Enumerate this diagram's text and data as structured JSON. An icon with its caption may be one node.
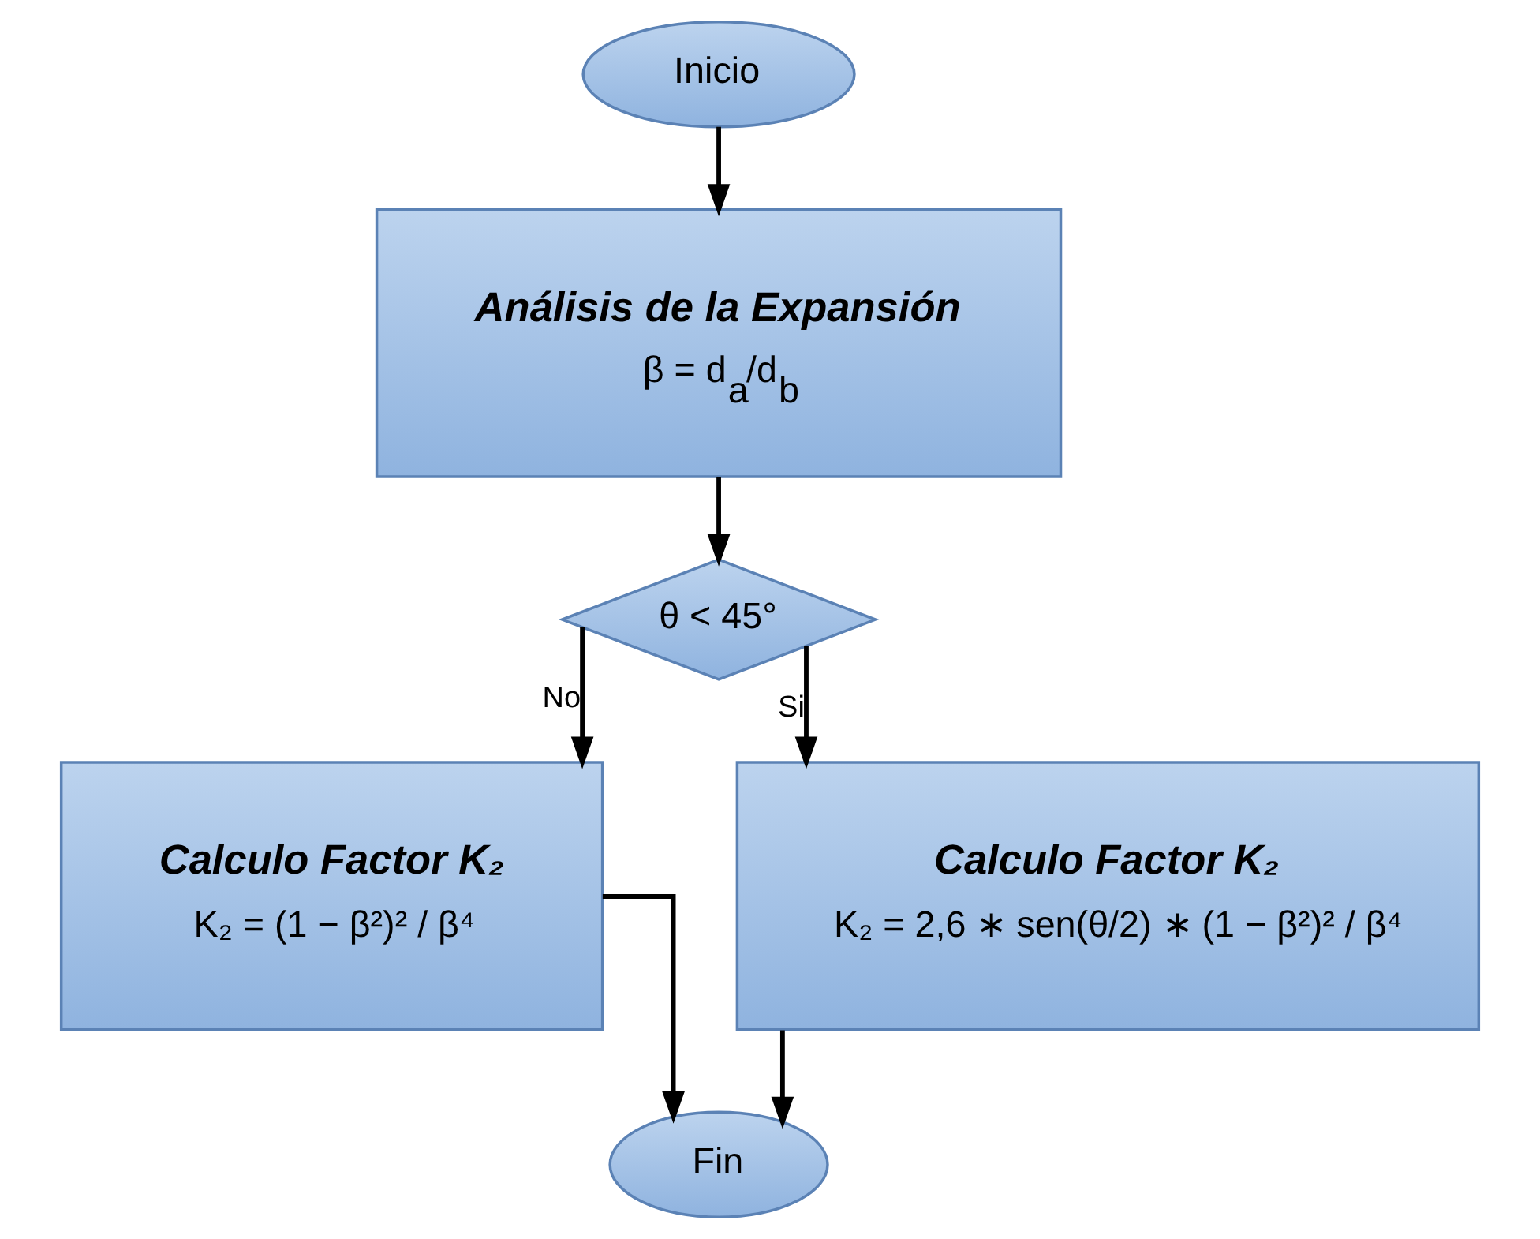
{
  "diagram": {
    "nodes": [
      {
        "text": [
          "Inicio"
        ]
      },
      {
        "text": [
          "Análisis de la Expansión",
          "β = d$_{a}$/d$_{b}$"
        ]
      },
      {
        "text": [
          "θ < 45°"
        ]
      },
      {
        "text": [
          "Calculo Factor K₂",
          "K₂ = (1 − β²)² / β⁴"
        ]
      },
      {
        "text": [
          "Calculo Factor K₂",
          "K₂ = 2,6 ∗ sen(θ/2) ∗ (1 − β²)² / β⁴"
        ]
      },
      {
        "text": [
          "Fin"
        ]
      }
    ],
    "edges": [
      {
        "from": 0,
        "to": 1,
        "arrow": "to"
      },
      {
        "from": 1,
        "to": 2,
        "arrow": "to"
      },
      {
        "from": 2,
        "to": 3,
        "arrow": "to",
        "label": "No"
      },
      {
        "from": 2,
        "to": 4,
        "arrow": "to",
        "label": "Si"
      },
      {
        "from": 3,
        "to": 5,
        "arrow": "to"
      },
      {
        "from": 4,
        "to": 5,
        "arrow": "to"
      }
    ]
  }
}
